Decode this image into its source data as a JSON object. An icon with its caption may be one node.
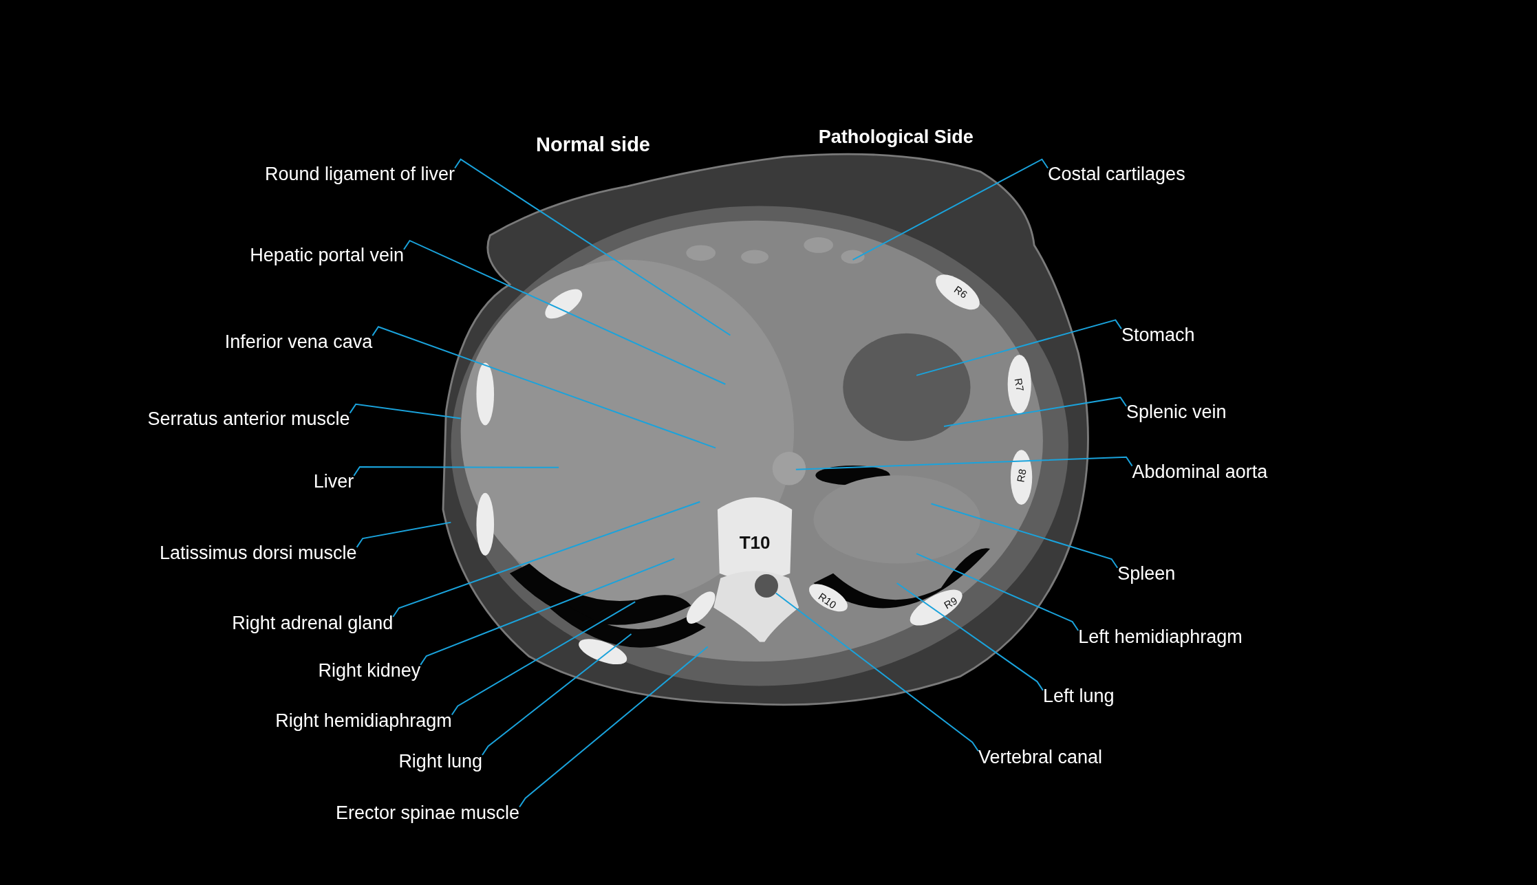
{
  "diagram": {
    "nodes": [
      {
        "text": [
          "Round ligament of liver"
        ]
      },
      {
        "text": [
          "Hepatic portal vein"
        ]
      },
      {
        "text": [
          "Inferior vena cava"
        ]
      },
      {
        "text": [
          "Serratus anterior muscle"
        ]
      },
      {
        "text": [
          "Liver"
        ]
      },
      {
        "text": [
          "Latissimus dorsi muscle"
        ]
      },
      {
        "text": [
          "Right adrenal gland"
        ]
      },
      {
        "text": [
          "Right kidney"
        ]
      },
      {
        "text": [
          "Right hemidiaphragm"
        ]
      },
      {
        "text": [
          "Right lung"
        ]
      },
      {
        "text": [
          "Erector spinae muscle"
        ]
      },
      {
        "text": [
          "Costal cartilages"
        ]
      },
      {
        "text": [
          "Stomach"
        ]
      },
      {
        "text": [
          "Splenic vein"
        ]
      },
      {
        "text": [
          "Abdominal aorta"
        ]
      },
      {
        "text": [
          "Spleen"
        ]
      },
      {
        "text": [
          "Left hemidiaphragm"
        ]
      },
      {
        "text": [
          "Left lung"
        ]
      },
      {
        "text": [
          "Vertebral canal"
        ]
      },
      {
        "text": [],
        "shape": "circle"
      }
    ],
    "edges": [
      {
        "from": 0,
        "to": null,
        "arrow": "none"
      },
      {
        "from": 1,
        "to": null,
        "arrow": "none"
      },
      {
        "from": 2,
        "to": null,
        "arrow": "none"
      },
      {
        "from": 3,
        "to": null,
        "arrow": "none"
      },
      {
        "from": 4,
        "to": null,
        "arrow": "none"
      },
      {
        "from": 5,
        "to": null,
        "arrow": "none"
      },
      {
        "from": 6,
        "to": null,
        "arrow": "none"
      },
      {
        "from": 7,
        "to": null,
        "arrow": "none"
      },
      {
        "from": 8,
        "to": null,
        "arrow": "none"
      },
      {
        "from": 9,
        "to": null,
        "arrow": "none"
      },
      {
        "from": 10,
        "to": null,
        "arrow": "none"
      },
      {
        "from": 11,
        "to": null,
        "arrow": "none"
      },
      {
        "from": 12,
        "to": null,
        "arrow": "none"
      },
      {
        "from": 13,
        "to": null,
        "arrow": "none"
      },
      {
        "from": 14,
        "to": null,
        "arrow": "none"
      },
      {
        "from": 15,
        "to": null,
        "arrow": "none"
      },
      {
        "from": 16,
        "to": null,
        "arrow": "none"
      },
      {
        "from": 17,
        "to": null,
        "arrow": "none"
      },
      {
        "from": 18,
        "to": 19,
        "arrow": "none"
      }
    ],
    "labels": [
      "Pathological Side",
      "Normal side",
      "R6",
      "R7",
      "R8",
      "T10",
      "R10",
      "R9"
    ]
  }
}
